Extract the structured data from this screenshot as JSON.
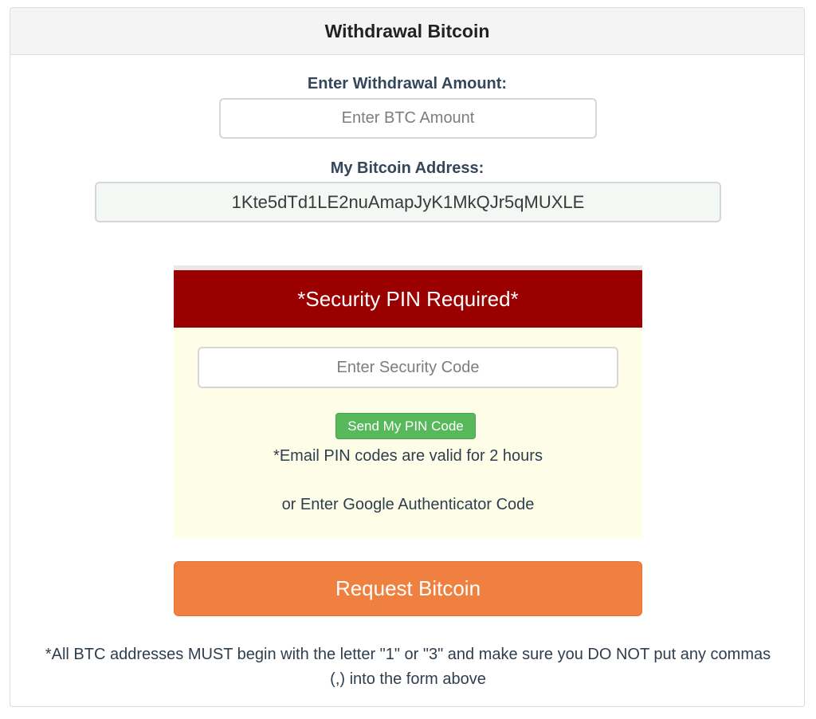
{
  "header": {
    "title": "Withdrawal Bitcoin"
  },
  "amount": {
    "label": "Enter Withdrawal Amount:",
    "placeholder": "Enter BTC Amount",
    "value": ""
  },
  "address": {
    "label": "My Bitcoin Address:",
    "value": "1Kte5dTd1LE2nuAmapJyK1MkQJr5qMUXLE"
  },
  "pin": {
    "title": "*Security PIN Required*",
    "placeholder": "Enter Security Code",
    "send_label": "Send My PIN Code",
    "validity_note": "*Email PIN codes are valid for 2 hours",
    "authenticator_note": "or Enter Google Authenticator Code"
  },
  "request": {
    "label": "Request Bitcoin"
  },
  "footnote": "*All BTC addresses MUST begin with the letter \"1\" or \"3\" and make sure you DO NOT put any commas (,) into the form above",
  "colors": {
    "pin_header": "#9a0000",
    "pin_background": "#fefde8",
    "send_button": "#58b85c",
    "request_button": "#f0803f"
  }
}
